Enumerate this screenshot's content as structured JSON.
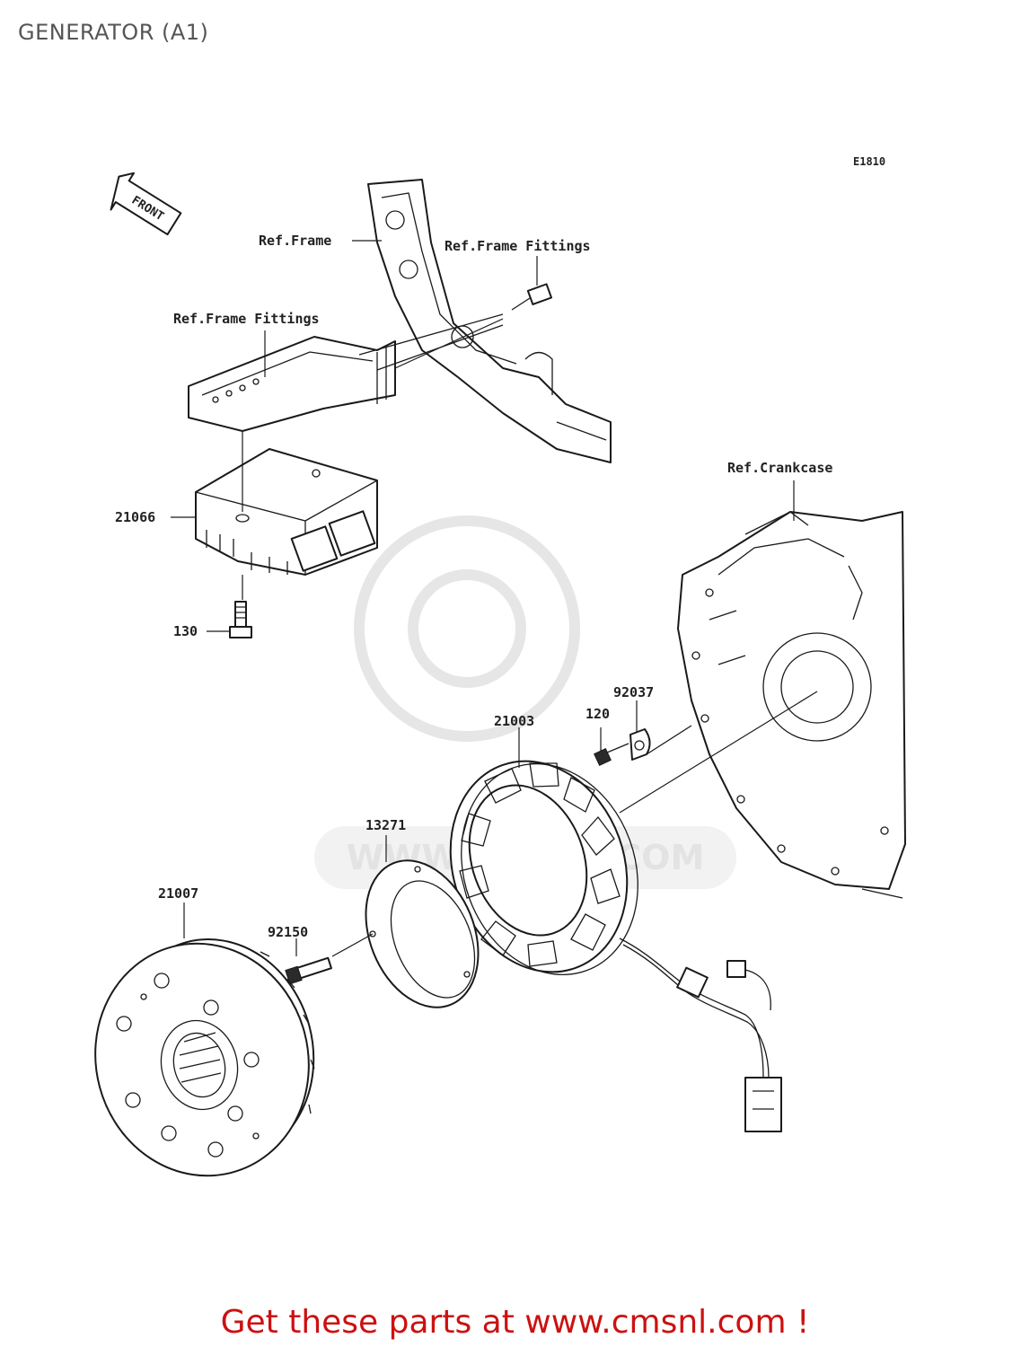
{
  "title": "GENERATOR (A1)",
  "diagram_code": "E1810",
  "front_marker": "FRONT",
  "labels": {
    "ref_frame": "Ref.Frame",
    "ref_frame_fittings_top": "Ref.Frame Fittings",
    "ref_frame_fittings_left": "Ref.Frame Fittings",
    "ref_crankcase": "Ref.Crankcase",
    "p21066": "21066",
    "p130": "130",
    "p92037": "92037",
    "p120": "120",
    "p21003": "21003",
    "p13271": "13271",
    "p21007": "21007",
    "p92150": "92150"
  },
  "watermark": "WWW.CMSNL.COM",
  "promo": "Get these parts at www.cmsnl.com !",
  "colors": {
    "promo": "#cc1111",
    "title": "#555555",
    "lines": "#1a1a1a"
  }
}
